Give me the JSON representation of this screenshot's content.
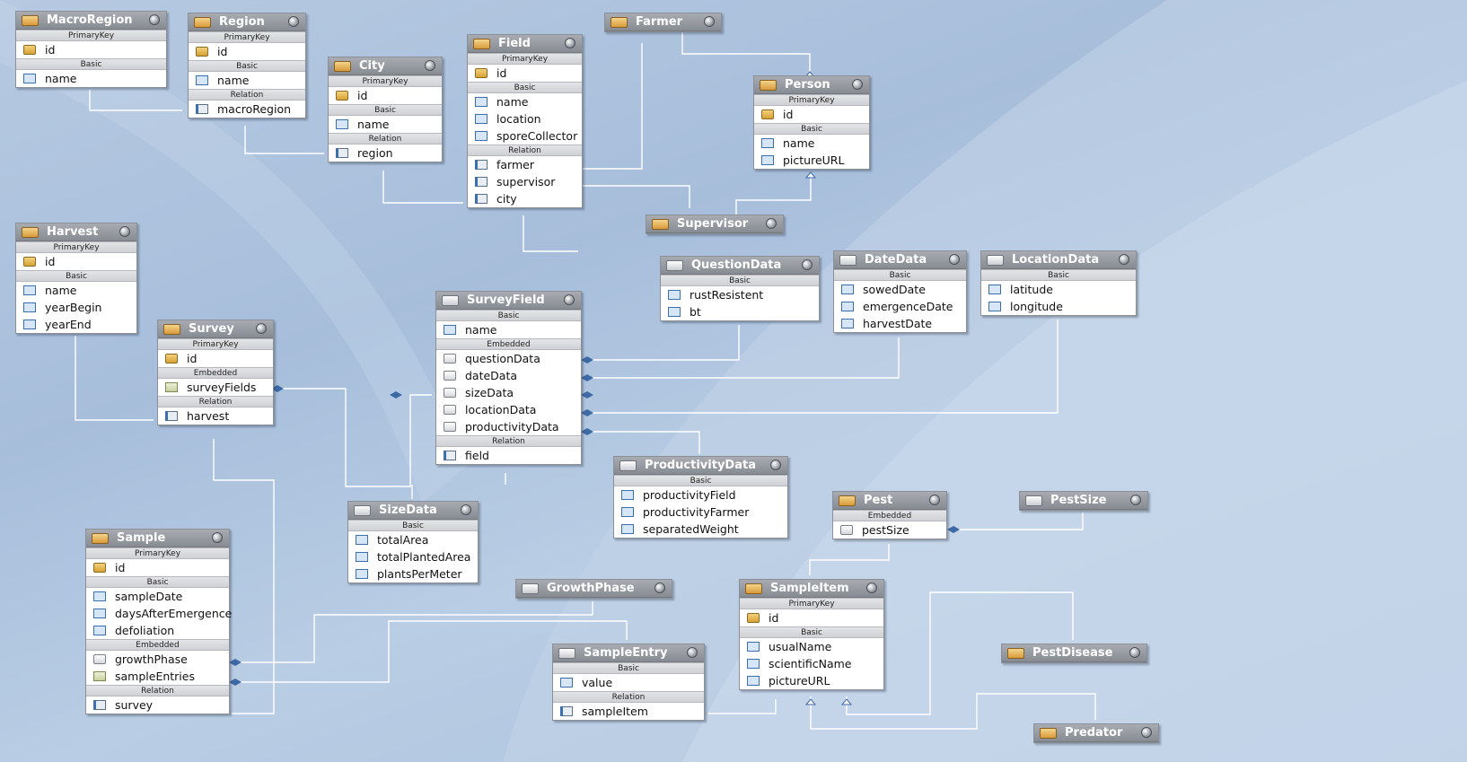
{
  "diagram": {
    "entities": [
      {
        "id": "macroregion",
        "name": "MacroRegion",
        "kind": "entity",
        "sections": [
          {
            "label": "PrimaryKey",
            "fields": [
              {
                "name": "id",
                "icon": "key"
              }
            ]
          },
          {
            "label": "Basic",
            "fields": [
              {
                "name": "name",
                "icon": "basic"
              }
            ]
          }
        ]
      },
      {
        "id": "region",
        "name": "Region",
        "kind": "entity",
        "sections": [
          {
            "label": "PrimaryKey",
            "fields": [
              {
                "name": "id",
                "icon": "key"
              }
            ]
          },
          {
            "label": "Basic",
            "fields": [
              {
                "name": "name",
                "icon": "basic"
              }
            ]
          },
          {
            "label": "Relation",
            "fields": [
              {
                "name": "macroRegion",
                "icon": "rel"
              }
            ]
          }
        ]
      },
      {
        "id": "city",
        "name": "City",
        "kind": "entity",
        "sections": [
          {
            "label": "PrimaryKey",
            "fields": [
              {
                "name": "id",
                "icon": "key"
              }
            ]
          },
          {
            "label": "Basic",
            "fields": [
              {
                "name": "name",
                "icon": "basic"
              }
            ]
          },
          {
            "label": "Relation",
            "fields": [
              {
                "name": "region",
                "icon": "rel"
              }
            ]
          }
        ]
      },
      {
        "id": "field",
        "name": "Field",
        "kind": "entity",
        "sections": [
          {
            "label": "PrimaryKey",
            "fields": [
              {
                "name": "id",
                "icon": "key"
              }
            ]
          },
          {
            "label": "Basic",
            "fields": [
              {
                "name": "name",
                "icon": "basic"
              },
              {
                "name": "location",
                "icon": "basic"
              },
              {
                "name": "sporeCollector",
                "icon": "basic"
              }
            ]
          },
          {
            "label": "Relation",
            "fields": [
              {
                "name": "farmer",
                "icon": "rel"
              },
              {
                "name": "supervisor",
                "icon": "rel"
              },
              {
                "name": "city",
                "icon": "rel"
              }
            ]
          }
        ]
      },
      {
        "id": "farmer",
        "name": "Farmer",
        "kind": "entity",
        "sections": []
      },
      {
        "id": "person",
        "name": "Person",
        "kind": "entity",
        "sections": [
          {
            "label": "PrimaryKey",
            "fields": [
              {
                "name": "id",
                "icon": "key"
              }
            ]
          },
          {
            "label": "Basic",
            "fields": [
              {
                "name": "name",
                "icon": "basic"
              },
              {
                "name": "pictureURL",
                "icon": "basic"
              }
            ]
          }
        ]
      },
      {
        "id": "supervisor",
        "name": "Supervisor",
        "kind": "entity",
        "sections": []
      },
      {
        "id": "harvest",
        "name": "Harvest",
        "kind": "entity",
        "sections": [
          {
            "label": "PrimaryKey",
            "fields": [
              {
                "name": "id",
                "icon": "key"
              }
            ]
          },
          {
            "label": "Basic",
            "fields": [
              {
                "name": "name",
                "icon": "basic"
              },
              {
                "name": "yearBegin",
                "icon": "basic"
              },
              {
                "name": "yearEnd",
                "icon": "basic"
              }
            ]
          }
        ]
      },
      {
        "id": "survey",
        "name": "Survey",
        "kind": "entity",
        "sections": [
          {
            "label": "PrimaryKey",
            "fields": [
              {
                "name": "id",
                "icon": "key"
              }
            ]
          },
          {
            "label": "Embedded",
            "fields": [
              {
                "name": "surveyFields",
                "icon": "emb2"
              }
            ]
          },
          {
            "label": "Relation",
            "fields": [
              {
                "name": "harvest",
                "icon": "rel"
              }
            ]
          }
        ]
      },
      {
        "id": "surveyfield",
        "name": "SurveyField",
        "kind": "embeddable",
        "sections": [
          {
            "label": "Basic",
            "fields": [
              {
                "name": "name",
                "icon": "basic"
              }
            ]
          },
          {
            "label": "Embedded",
            "fields": [
              {
                "name": "questionData",
                "icon": "emb"
              },
              {
                "name": "dateData",
                "icon": "emb"
              },
              {
                "name": "sizeData",
                "icon": "emb"
              },
              {
                "name": "locationData",
                "icon": "emb"
              },
              {
                "name": "productivityData",
                "icon": "emb"
              }
            ]
          },
          {
            "label": "Relation",
            "fields": [
              {
                "name": "field",
                "icon": "rel"
              }
            ]
          }
        ]
      },
      {
        "id": "questiondata",
        "name": "QuestionData",
        "kind": "embeddable",
        "sections": [
          {
            "label": "Basic",
            "fields": [
              {
                "name": "rustResistent",
                "icon": "basic"
              },
              {
                "name": "bt",
                "icon": "basic"
              }
            ]
          }
        ]
      },
      {
        "id": "datedata",
        "name": "DateData",
        "kind": "embeddable",
        "sections": [
          {
            "label": "Basic",
            "fields": [
              {
                "name": "sowedDate",
                "icon": "basic"
              },
              {
                "name": "emergenceDate",
                "icon": "basic"
              },
              {
                "name": "harvestDate",
                "icon": "basic"
              }
            ]
          }
        ]
      },
      {
        "id": "locationdata",
        "name": "LocationData",
        "kind": "embeddable",
        "sections": [
          {
            "label": "Basic",
            "fields": [
              {
                "name": "latitude",
                "icon": "basic"
              },
              {
                "name": "longitude",
                "icon": "basic"
              }
            ]
          }
        ]
      },
      {
        "id": "productivitydata",
        "name": "ProductivityData",
        "kind": "embeddable",
        "sections": [
          {
            "label": "Basic",
            "fields": [
              {
                "name": "productivityField",
                "icon": "basic"
              },
              {
                "name": "productivityFarmer",
                "icon": "basic"
              },
              {
                "name": "separatedWeight",
                "icon": "basic"
              }
            ]
          }
        ]
      },
      {
        "id": "sizedata",
        "name": "SizeData",
        "kind": "embeddable",
        "sections": [
          {
            "label": "Basic",
            "fields": [
              {
                "name": "totalArea",
                "icon": "basic"
              },
              {
                "name": "totalPlantedArea",
                "icon": "basic"
              },
              {
                "name": "plantsPerMeter",
                "icon": "basic"
              }
            ]
          }
        ]
      },
      {
        "id": "sample",
        "name": "Sample",
        "kind": "entity",
        "sections": [
          {
            "label": "PrimaryKey",
            "fields": [
              {
                "name": "id",
                "icon": "key"
              }
            ]
          },
          {
            "label": "Basic",
            "fields": [
              {
                "name": "sampleDate",
                "icon": "basic"
              },
              {
                "name": "daysAfterEmergence",
                "icon": "basic"
              },
              {
                "name": "defoliation",
                "icon": "basic"
              }
            ]
          },
          {
            "label": "Embedded",
            "fields": [
              {
                "name": "growthPhase",
                "icon": "emb"
              },
              {
                "name": "sampleEntries",
                "icon": "emb2"
              }
            ]
          },
          {
            "label": "Relation",
            "fields": [
              {
                "name": "survey",
                "icon": "rel"
              }
            ]
          }
        ]
      },
      {
        "id": "growthphase",
        "name": "GrowthPhase",
        "kind": "embeddable",
        "sections": []
      },
      {
        "id": "sampleentry",
        "name": "SampleEntry",
        "kind": "embeddable",
        "sections": [
          {
            "label": "Basic",
            "fields": [
              {
                "name": "value",
                "icon": "basic"
              }
            ]
          },
          {
            "label": "Relation",
            "fields": [
              {
                "name": "sampleItem",
                "icon": "rel"
              }
            ]
          }
        ]
      },
      {
        "id": "sampleitem",
        "name": "SampleItem",
        "kind": "entity",
        "sections": [
          {
            "label": "PrimaryKey",
            "fields": [
              {
                "name": "id",
                "icon": "key"
              }
            ]
          },
          {
            "label": "Basic",
            "fields": [
              {
                "name": "usualName",
                "icon": "basic"
              },
              {
                "name": "scientificName",
                "icon": "basic"
              },
              {
                "name": "pictureURL",
                "icon": "basic"
              }
            ]
          }
        ]
      },
      {
        "id": "pest",
        "name": "Pest",
        "kind": "entity",
        "sections": [
          {
            "label": "Embedded",
            "fields": [
              {
                "name": "pestSize",
                "icon": "emb"
              }
            ]
          }
        ]
      },
      {
        "id": "pestsize",
        "name": "PestSize",
        "kind": "embeddable",
        "sections": []
      },
      {
        "id": "pestdisease",
        "name": "PestDisease",
        "kind": "entity",
        "sections": []
      },
      {
        "id": "predator",
        "name": "Predator",
        "kind": "entity",
        "sections": []
      }
    ]
  }
}
